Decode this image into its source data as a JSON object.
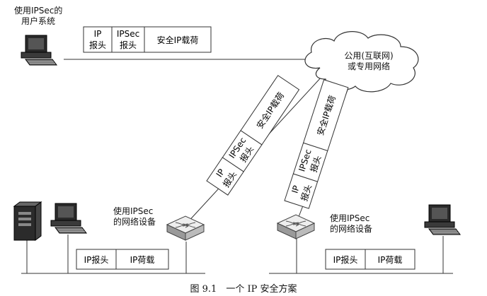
{
  "labels": {
    "user_system": "使用IPSec的\n用户系统",
    "cloud": "公用(互联网)\n或专用网络",
    "device_left": "使用IPSec\n的网络设备",
    "device_right": "使用IPSec\n的网络设备"
  },
  "packets": {
    "ipsec_packet": {
      "ip_header": "IP\n报头",
      "ipsec_header": "IPSec\n报头",
      "payload": "安全IP载荷"
    },
    "plain_packet": {
      "ip_header": "IP报头",
      "payload": "IP荷载"
    }
  },
  "caption": "图 9.1　一个 IP 安全方案"
}
